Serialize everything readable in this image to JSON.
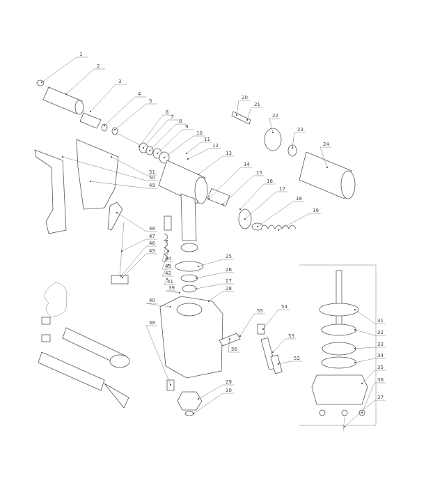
{
  "diagram": {
    "type": "exploded-parts-view",
    "part_numbers": [
      "1",
      "2",
      "3",
      "4",
      "5",
      "6",
      "7",
      "8",
      "9",
      "10",
      "11",
      "12",
      "13",
      "14",
      "15",
      "16",
      "17",
      "18",
      "19",
      "20",
      "21",
      "22",
      "23",
      "24",
      "25",
      "26",
      "27",
      "28",
      "29",
      "30",
      "31",
      "32",
      "33",
      "34",
      "35",
      "36",
      "37",
      "38",
      "39",
      "40",
      "41",
      "42",
      "43",
      "44",
      "45",
      "46",
      "47",
      "48",
      "49",
      "50",
      "51",
      "52",
      "53",
      "54",
      "55",
      "56"
    ]
  }
}
